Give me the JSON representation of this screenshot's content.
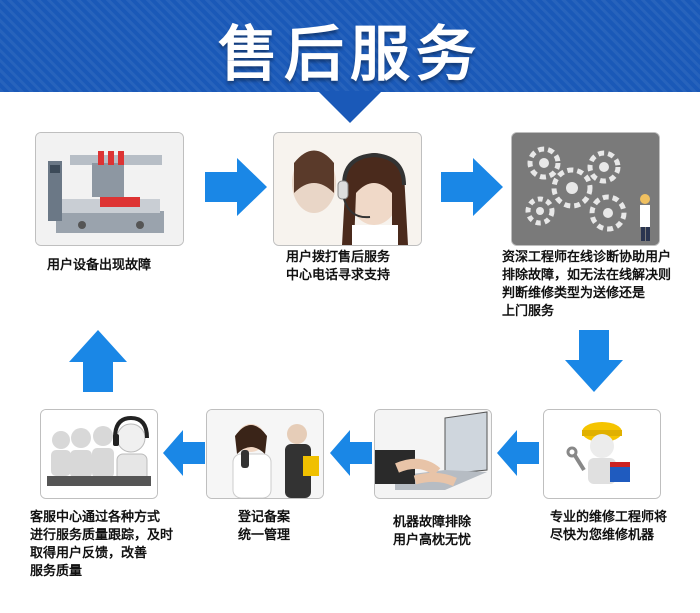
{
  "header": {
    "title": "售后服务",
    "bg_color": "#1a59b8"
  },
  "arrow_color": "#1a87e6",
  "steps": [
    {
      "icon": "cnc-machine-icon",
      "caption": "用户设备出现故障"
    },
    {
      "icon": "customer-service-agent-icon",
      "caption": "用户拨打售后服务\n中心电话寻求支持"
    },
    {
      "icon": "gears-engineer-icon",
      "caption": "资深工程师在线诊断协助用户\n排除故障，如无法在线解决则\n判断维修类型为送修还是\n上门服务"
    },
    {
      "icon": "repair-worker-icon",
      "caption": "专业的维修工程师将\n尽快为您维修机器"
    },
    {
      "icon": "laptop-hands-icon",
      "caption": "机器故障排除\n用户高枕无忧"
    },
    {
      "icon": "phone-receptionist-icon",
      "caption": "登记备案\n统一管理"
    },
    {
      "icon": "call-center-team-icon",
      "caption": "客服中心通过各种方式\n进行服务质量跟踪，及时\n取得用户反馈，改善\n服务质量"
    }
  ]
}
